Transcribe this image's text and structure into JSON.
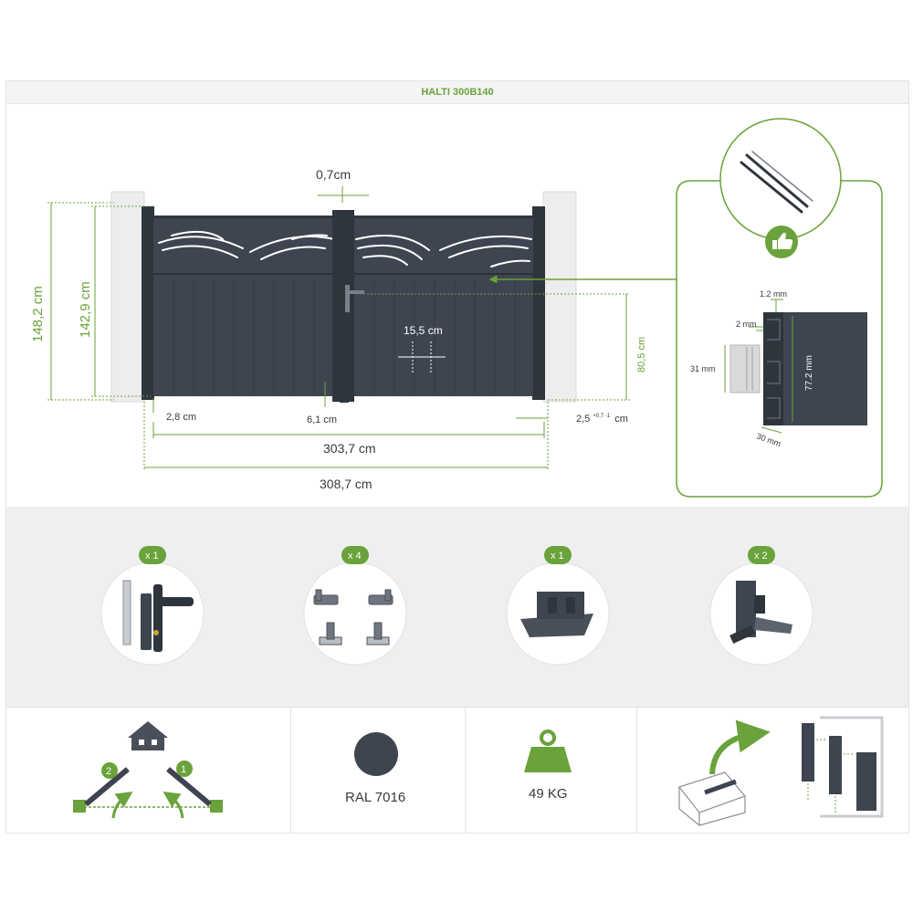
{
  "title": "HALTI 300B140",
  "colors": {
    "accent": "#6aa23b",
    "gate": "#3e4550",
    "pillar": "#eeeeee",
    "band_bg": "#efefef"
  },
  "dimensions": {
    "gap_top": "0,7cm",
    "total_height": "148,2 cm",
    "gate_height": "142,9 cm",
    "handle_height": "80,5 cm",
    "panel_gap": "15,5 cm",
    "left_gap": "2,8 cm",
    "center_post": "6,1 cm",
    "right_gap_main": "2,5",
    "right_gap_tol": "+0,7 -1",
    "right_gap_unit": "cm",
    "width_inner": "303,7 cm",
    "width_total": "308,7  cm"
  },
  "profile_detail": {
    "icon": "thumbs-up-icon",
    "d1": "1.2 mm",
    "d2": "2 mm",
    "d3": "31 mm",
    "d4": "77.2 mm",
    "d5": "30 mm"
  },
  "accessories": [
    {
      "qty": "x 1",
      "icon": "handle-lock-icon"
    },
    {
      "qty": "x 4",
      "icon": "hinges-icon"
    },
    {
      "qty": "x 1",
      "icon": "stopper-icon"
    },
    {
      "qty": "x 2",
      "icon": "gate-holder-icon"
    }
  ],
  "features": {
    "opening": {
      "icon": "house-icon",
      "step1": "1",
      "step2": "2"
    },
    "color_label": "RAL 7016",
    "weight_label": "49 KG",
    "delivery_icon": "box-delivery-icon"
  }
}
